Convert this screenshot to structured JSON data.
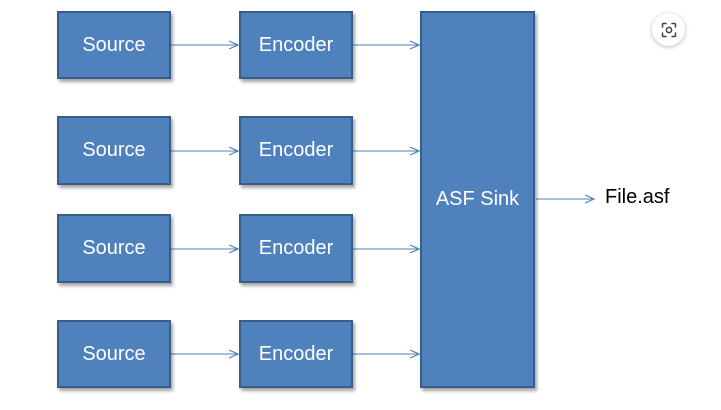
{
  "diagram": {
    "sources": [
      "Source",
      "Source",
      "Source",
      "Source"
    ],
    "encoders": [
      "Encoder",
      "Encoder",
      "Encoder",
      "Encoder"
    ],
    "sink": "ASF Sink",
    "output": "File.asf"
  },
  "colors": {
    "box_fill": "#4f81bd",
    "box_border": "#385d8a",
    "arrow": "#4f81bd",
    "box_text": "#ffffff"
  },
  "toolbar": {
    "visual_search_icon": "lens-icon"
  }
}
